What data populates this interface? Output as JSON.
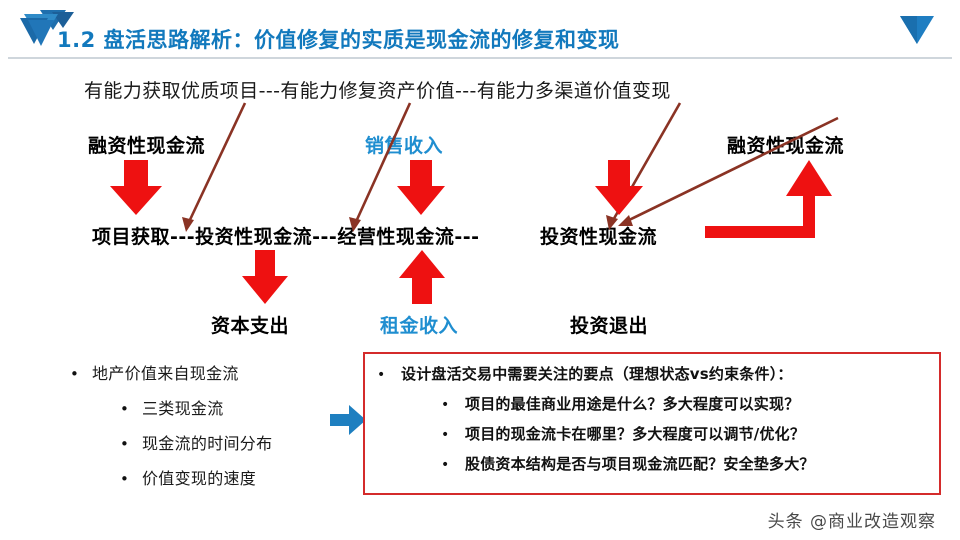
{
  "slide": {
    "title": "1.2 盘活思路解析：价值修复的实质是现金流的修复和变现",
    "title_color": "#1279bd",
    "accent_red": "#ee1111",
    "accent_blue": "#1f8ed0",
    "dark_red": "#8a3324",
    "box_border": "#d42b2b",
    "lead_line": "有能力获取优质项目---有能力修复资产价值---有能力多渠道价值变现"
  },
  "labels_top": [
    {
      "text": "融资性现金流",
      "color": "black"
    },
    {
      "text": "销售收入",
      "color": "blue"
    },
    {
      "text": "融资性现金流",
      "color": "black"
    }
  ],
  "flow_chain": {
    "segment_1": "项目获取---投资性现金流---经营性现金流---",
    "segment_2": "投资性现金流"
  },
  "labels_bottom": [
    {
      "text": "资本支出",
      "color": "black"
    },
    {
      "text": "租金收入",
      "color": "blue"
    },
    {
      "text": "投资退出",
      "color": "black"
    }
  ],
  "bullets": {
    "main": "地产价值来自现金流",
    "sub": [
      "三类现金流",
      "现金流的时间分布",
      "价值变现的速度"
    ],
    "marker": "•"
  },
  "redbox": {
    "main": "设计盘活交易中需要关注的要点（理想状态vs约束条件）：",
    "sub": [
      "项目的最佳商业用途是什么？多大程度可以实现？",
      "项目的现金流卡在哪里？多大程度可以调节/优化？",
      "股债资本结构是否与项目现金流匹配？安全垫多大？"
    ],
    "marker": "•"
  },
  "watermark": "头条 @商业改造观察",
  "icons": {
    "deco_left": "triangle-stack-icon",
    "deco_right": "triangle-down-icon",
    "arrow_down": "arrow-down-icon",
    "arrow_up": "arrow-up-icon",
    "arrow_elbow": "arrow-elbow-up-icon",
    "arrow_thin": "thin-diagonal-arrow-icon",
    "arrow_right_blue": "arrow-right-blue-icon"
  }
}
